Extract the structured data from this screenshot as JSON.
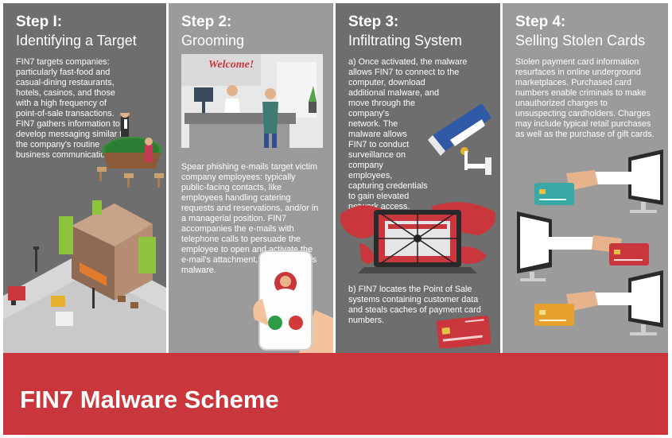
{
  "banner": {
    "title": "FIN7 Malware Scheme",
    "color": "#c9373c"
  },
  "steps": [
    {
      "number": "Step I:",
      "title": "Identifying a Target",
      "text": "FIN7 targets companies: particularly fast-food and casual-dining restaurants, hotels, casinos, and those with a high frequency of point-of-sale transactions. FIN7 gathers information to develop messaging similar to the company's routine business communications.",
      "icons": [
        "casino-table-icon",
        "restaurant-building-icon"
      ]
    },
    {
      "number": "Step 2:",
      "title": "Grooming",
      "welcome_sign": "Welcome!",
      "text": "Spear phishing e-mails target victim company employees: typically public-facing contacts, like employees handling catering requests and reservations, and/or in a managerial position. FIN7 accompanies the e-mails with telephone calls to persuade the employee to open and activate the e-mail's attachment, which contains malware.",
      "icons": [
        "hotel-reception-icon",
        "phone-call-icon"
      ]
    },
    {
      "number": "Step 3:",
      "title": "Infiltrating System",
      "text_a": "a) Once activated, the malware allows FIN7 to connect to the computer, download additional malware, and move through the company's network. The malware allows FIN7 to conduct surveillance on company employees, capturing credentials to gain elevated network access.",
      "text_b": "b) FIN7 locates the Point of Sale systems containing customer data and steals caches of payment card numbers.",
      "icons": [
        "security-camera-icon",
        "hacked-laptop-icon",
        "credit-card-icon"
      ]
    },
    {
      "number": "Step 4:",
      "title": "Selling Stolen Cards",
      "text": "Stolen payment card information resurfaces in online underground marketplaces. Purchased card numbers enable criminals to make unauthorized charges to unsuspecting cardholders. Charges may include typical retail purchases as well as the purchase of gift cards.",
      "icons": [
        "monitor-hand-card-icon",
        "monitor-hand-card-icon",
        "monitor-hand-card-icon"
      ]
    }
  ],
  "colors": {
    "dark_panel": "#6f6e6e",
    "light_panel": "#9c9b9b",
    "accent_red": "#c9373c"
  }
}
